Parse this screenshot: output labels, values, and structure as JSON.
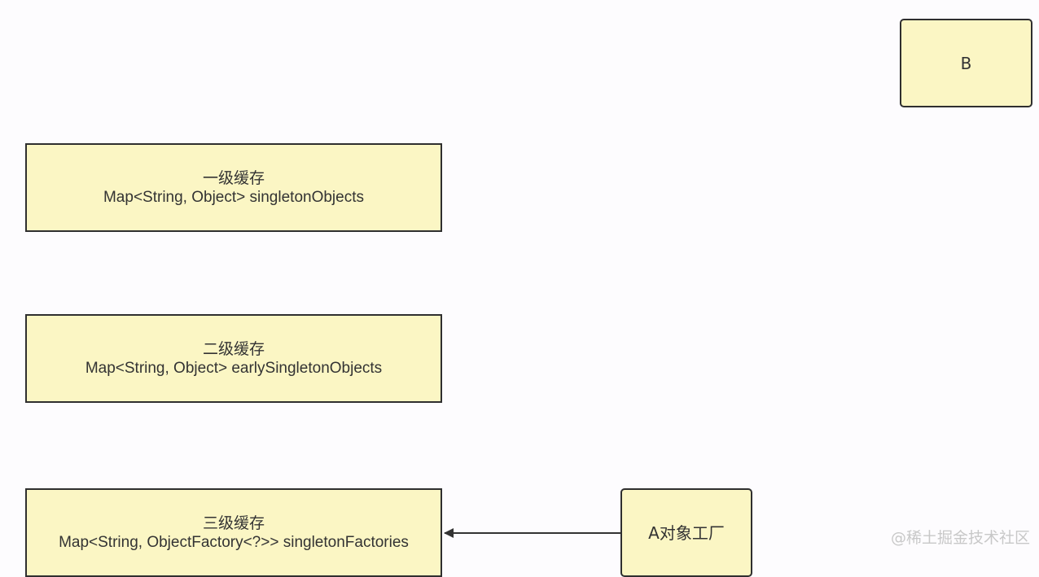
{
  "nodes": {
    "b": {
      "label": "B"
    },
    "cache_l1": {
      "title": "一级缓存",
      "detail": "Map<String, Object> singletonObjects"
    },
    "cache_l2": {
      "title": "二级缓存",
      "detail": "Map<String, Object> earlySingletonObjects"
    },
    "cache_l3": {
      "title": "三级缓存",
      "detail": "Map<String, ObjectFactory<?>> singletonFactories"
    },
    "factory": {
      "label": "A对象工厂"
    }
  },
  "watermark": "@稀土掘金技术社区",
  "colors": {
    "node_fill": "#fbf6c4",
    "node_border": "#2f2f2f",
    "edge": "#333333"
  }
}
